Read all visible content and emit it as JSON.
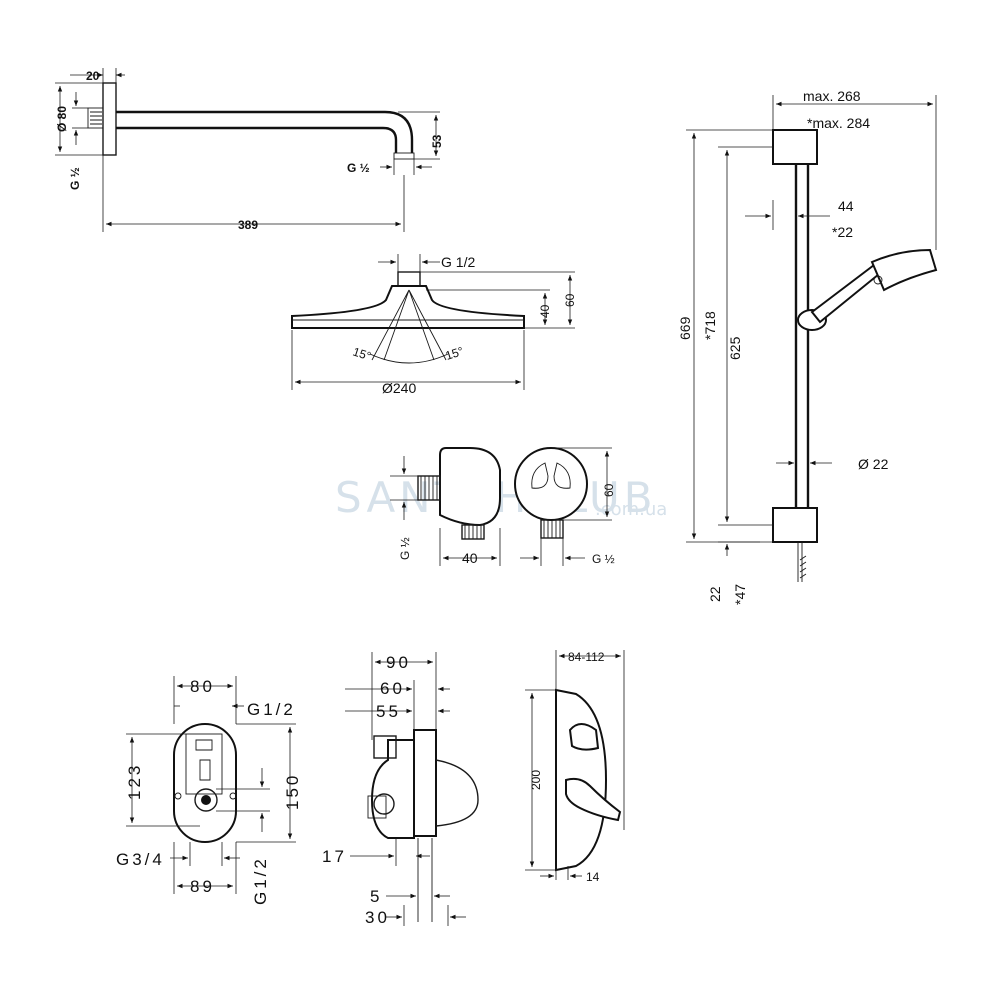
{
  "watermark": {
    "main": "SANTEHCLUB",
    "suffix": ".com.ua"
  },
  "wall_arm": {
    "d_flange": "20",
    "d_dia": "Ø 80",
    "d_thread_left": "G ½",
    "d_drop": "53",
    "d_thread_end": "G ½",
    "d_length": "389"
  },
  "head": {
    "d_thread": "G 1/2",
    "d_h1": "40",
    "d_h2": "60",
    "d_angle_l": "15°",
    "d_angle_r": "15°",
    "d_dia": "Ø240"
  },
  "outlet": {
    "d_thread_left": "G ½",
    "d_width": "40",
    "d_height": "60",
    "d_thread_right": "G ½"
  },
  "rail": {
    "d_max": "max. 268",
    "d_max_alt": "*max. 284",
    "d_44": "44",
    "d_22": "*22",
    "d_669": "669",
    "d_718": "*718",
    "d_625": "625",
    "d_dia22": "Ø 22",
    "d_22b": "22",
    "d_47": "*47"
  },
  "box": {
    "d_80": "80",
    "d_g12_top": "G1/2",
    "d_123": "123",
    "d_150": "150",
    "d_g34": "G3/4",
    "d_89": "89",
    "d_g12_bottom": "G1/2"
  },
  "side": {
    "d_90": "90",
    "d_60": "60",
    "d_55": "55",
    "d_17": "17",
    "d_5": "5",
    "d_30": "30"
  },
  "plate": {
    "d_depth": "84-112",
    "d_200": "200",
    "d_14": "14"
  }
}
